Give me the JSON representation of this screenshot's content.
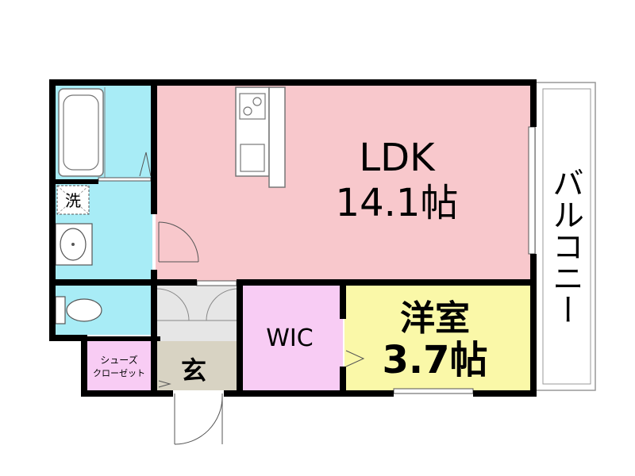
{
  "rooms": {
    "ldk": {
      "name": "LDK",
      "size": "14.1帖"
    },
    "western": {
      "name": "洋室",
      "size": "3.7帖"
    },
    "wic": {
      "name": "WIC"
    },
    "entrance": {
      "name": "玄"
    },
    "shoe_closet": {
      "line1": "シューズ",
      "line2": "クローゼット"
    },
    "laundry": {
      "name": "洗"
    },
    "balcony": {
      "name": "バルコニー"
    }
  },
  "colors": {
    "ldk": "#f8c8cc",
    "western": "#faf8a8",
    "wic": "#f8ccf4",
    "entrance": "#d8d3c3",
    "wet_area": "#a8ecf6",
    "shoe_closet": "#f8ccf4",
    "genkan_floor": "#e6e6e6",
    "wall": "#000000"
  }
}
